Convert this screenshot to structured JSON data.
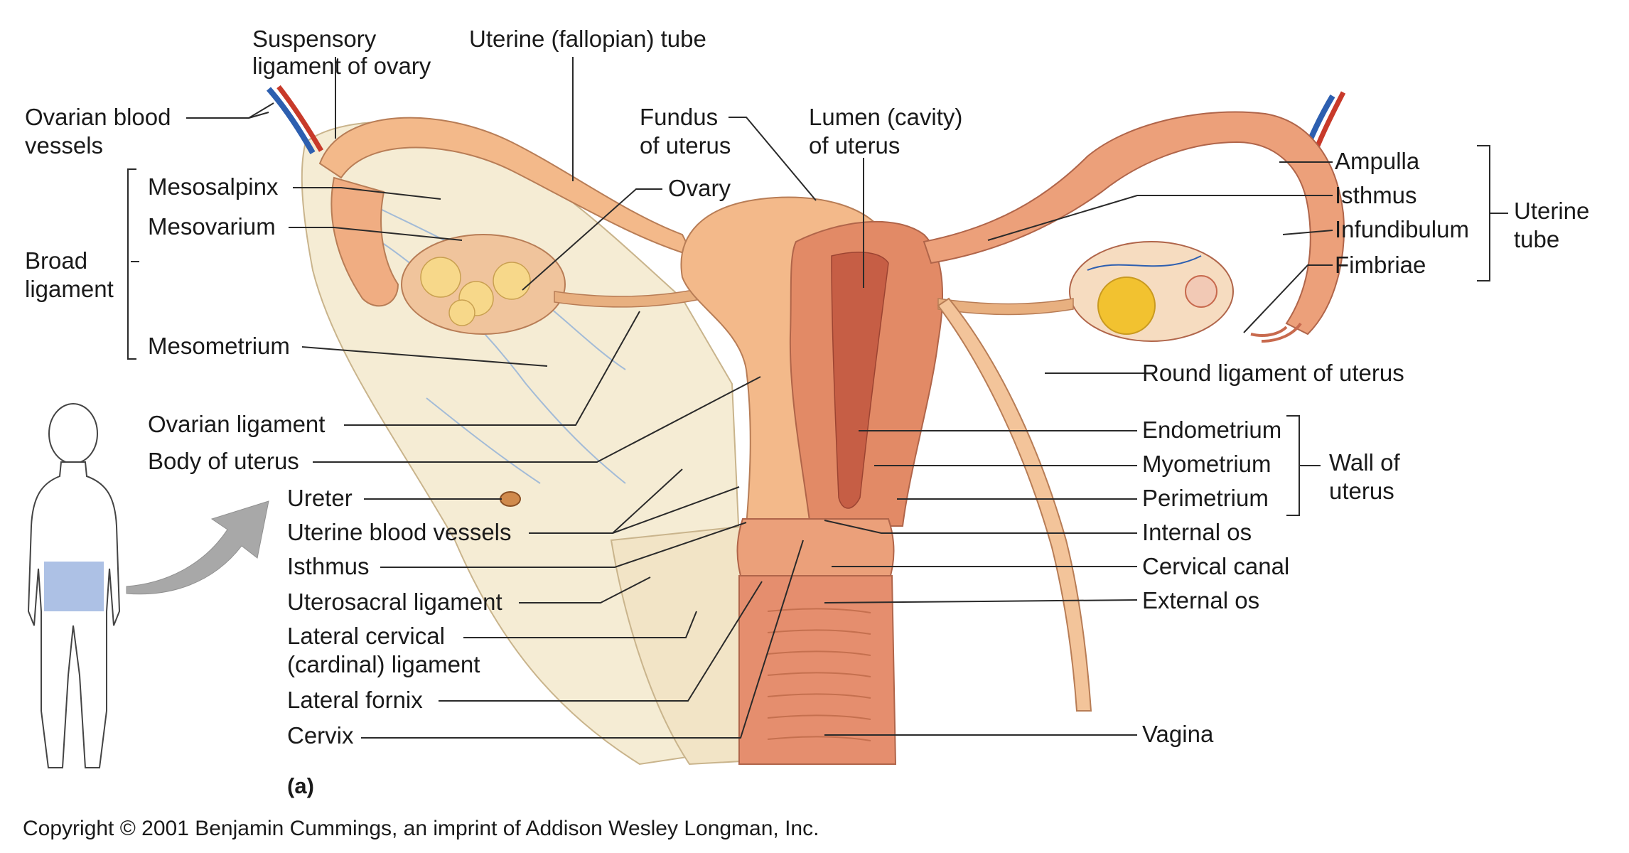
{
  "labels": {
    "suspensory_l1": "Suspensory",
    "suspensory_l2": "ligament of ovary",
    "uterine_fallopian_tube": "Uterine (fallopian) tube",
    "ovarian_vessels_l1": "Ovarian blood",
    "ovarian_vessels_l2": "vessels",
    "fundus_l1": "Fundus",
    "fundus_l2": "of uterus",
    "lumen_l1": "Lumen (cavity)",
    "lumen_l2": "of uterus",
    "mesosalpinx": "Mesosalpinx",
    "ovary": "Ovary",
    "mesovarium": "Mesovarium",
    "broad_l1": "Broad",
    "broad_l2": "ligament",
    "mesometrium": "Mesometrium",
    "ovarian_ligament": "Ovarian ligament",
    "body_of_uterus": "Body of uterus",
    "ureter": "Ureter",
    "uterine_blood_vessels": "Uterine blood vessels",
    "isthmus_left": "Isthmus",
    "uterosacral": "Uterosacral ligament",
    "lateral_cervical_l1": "Lateral cervical",
    "lateral_cervical_l2": "(cardinal) ligament",
    "lateral_fornix": "Lateral fornix",
    "cervix": "Cervix",
    "ampulla": "Ampulla",
    "isthmus_right": "Isthmus",
    "infundibulum": "Infundibulum",
    "fimbriae": "Fimbriae",
    "uterine_tube_l1": "Uterine",
    "uterine_tube_l2": "tube",
    "round_ligament": "Round ligament of uterus",
    "endometrium": "Endometrium",
    "myometrium": "Myometrium",
    "perimetrium": "Perimetrium",
    "wall_l1": "Wall of",
    "wall_l2": "uterus",
    "internal_os": "Internal os",
    "cervical_canal": "Cervical canal",
    "external_os": "External os",
    "vagina": "Vagina"
  },
  "panel_label": "(a)",
  "copyright": "Copyright © 2001 Benjamin Cummings, an imprint of Addison Wesley Longman, Inc.",
  "colors": {
    "uterus_tissue": "#f0b07a",
    "myometrium": "#e28a66",
    "lumen": "#c65e45",
    "broad_ligament": "#f5ecd4",
    "vessel_blue": "#2d5fb0",
    "vessel_red": "#c83a2a",
    "ovary_follicle": "#f2c230",
    "silhouette_highlight": "#9fb6e0",
    "arrow_gray": "#a8a8a8"
  }
}
